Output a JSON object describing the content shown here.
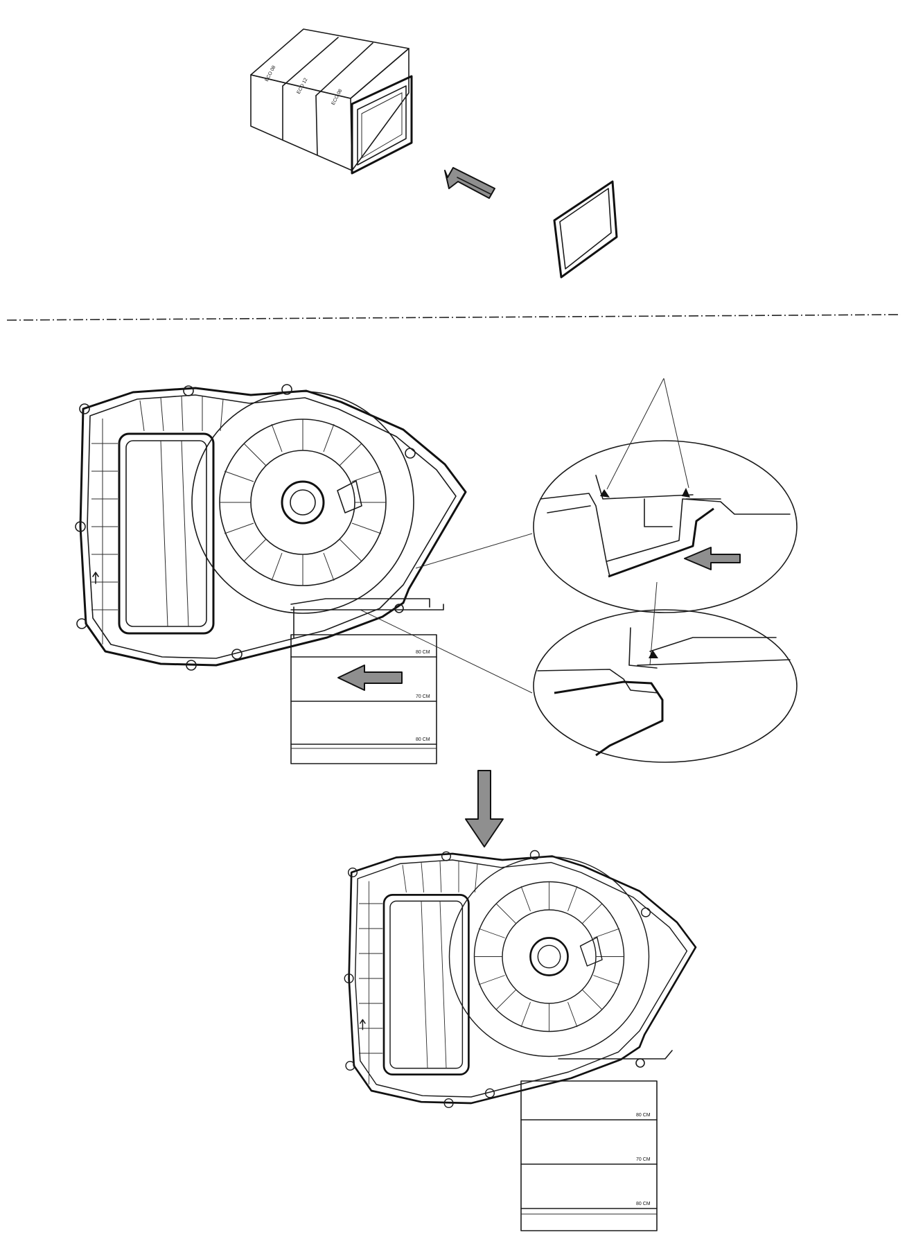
{
  "sections": {
    "step1": {
      "filter_box_labels": [
        "ECO 08",
        "ECO 12",
        "ECO 08"
      ]
    },
    "step2": {
      "filter_labels": [
        "80 CM",
        "70 CM",
        "80 CM"
      ]
    },
    "step3": {
      "filter_labels": [
        "80 CM",
        "70 CM",
        "80 CM"
      ]
    }
  },
  "colors": {
    "line": "#1a1a1a",
    "arrow_fill": "#8f8f8f",
    "background": "#ffffff"
  }
}
